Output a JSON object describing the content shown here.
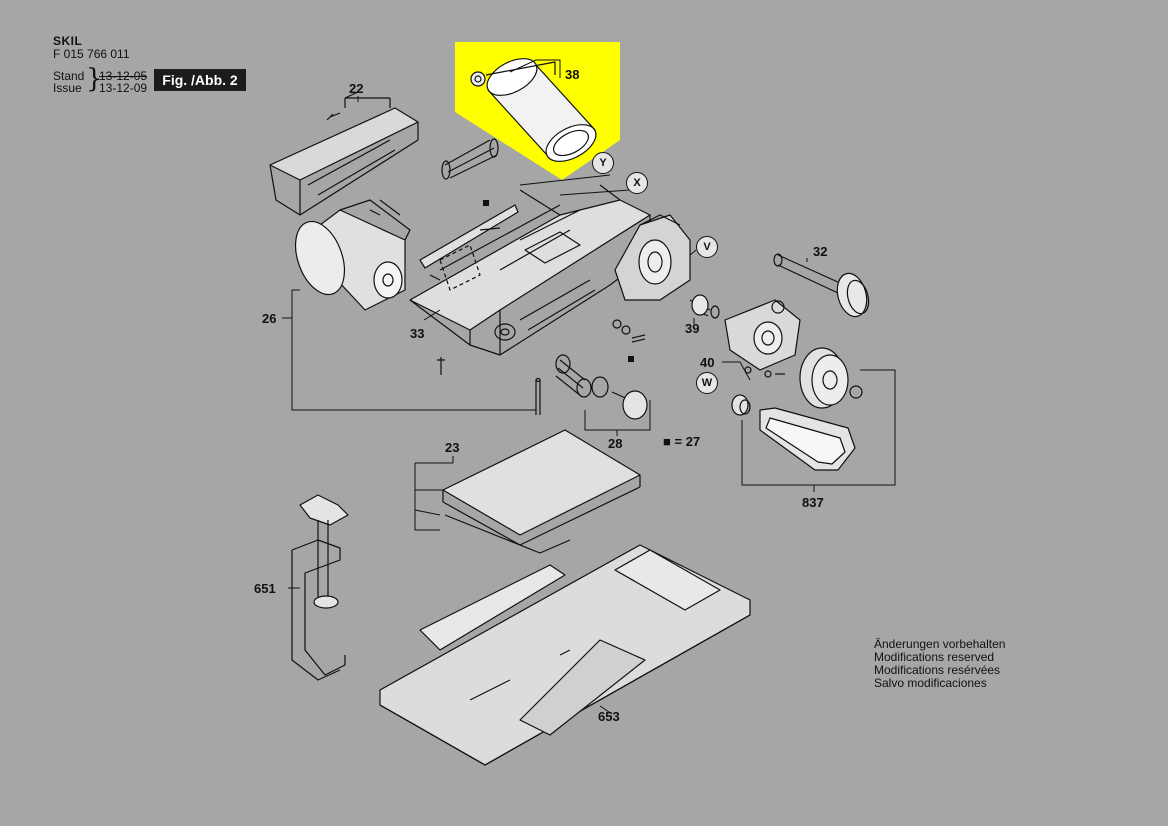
{
  "header": {
    "brand": "SKIL",
    "part_number": "F 015 766 011",
    "stand_label": "Stand",
    "issue_label": "Issue",
    "old_date": "13-12-05",
    "new_date": "13-12-09",
    "figure": "Fig. /Abb. 2"
  },
  "highlight_color": "#ffff00",
  "parts": [
    {
      "id": "22",
      "label": "22"
    },
    {
      "id": "38",
      "label": "38"
    },
    {
      "id": "26",
      "label": "26"
    },
    {
      "id": "33",
      "label": "33"
    },
    {
      "id": "32",
      "label": "32"
    },
    {
      "id": "39",
      "label": "39"
    },
    {
      "id": "40",
      "label": "40"
    },
    {
      "id": "28",
      "label": "28"
    },
    {
      "id": "23",
      "label": "23"
    },
    {
      "id": "837",
      "label": "837"
    },
    {
      "id": "651",
      "label": "651"
    },
    {
      "id": "653",
      "label": "653"
    }
  ],
  "reference_markers": [
    "Y",
    "X",
    "V",
    "W"
  ],
  "legend": {
    "symbol": "■",
    "text": "= 27"
  },
  "notes": [
    "Änderungen vorbehalten",
    "Modifications reserved",
    "Modifications resérvées",
    "Salvo modificaciones"
  ]
}
